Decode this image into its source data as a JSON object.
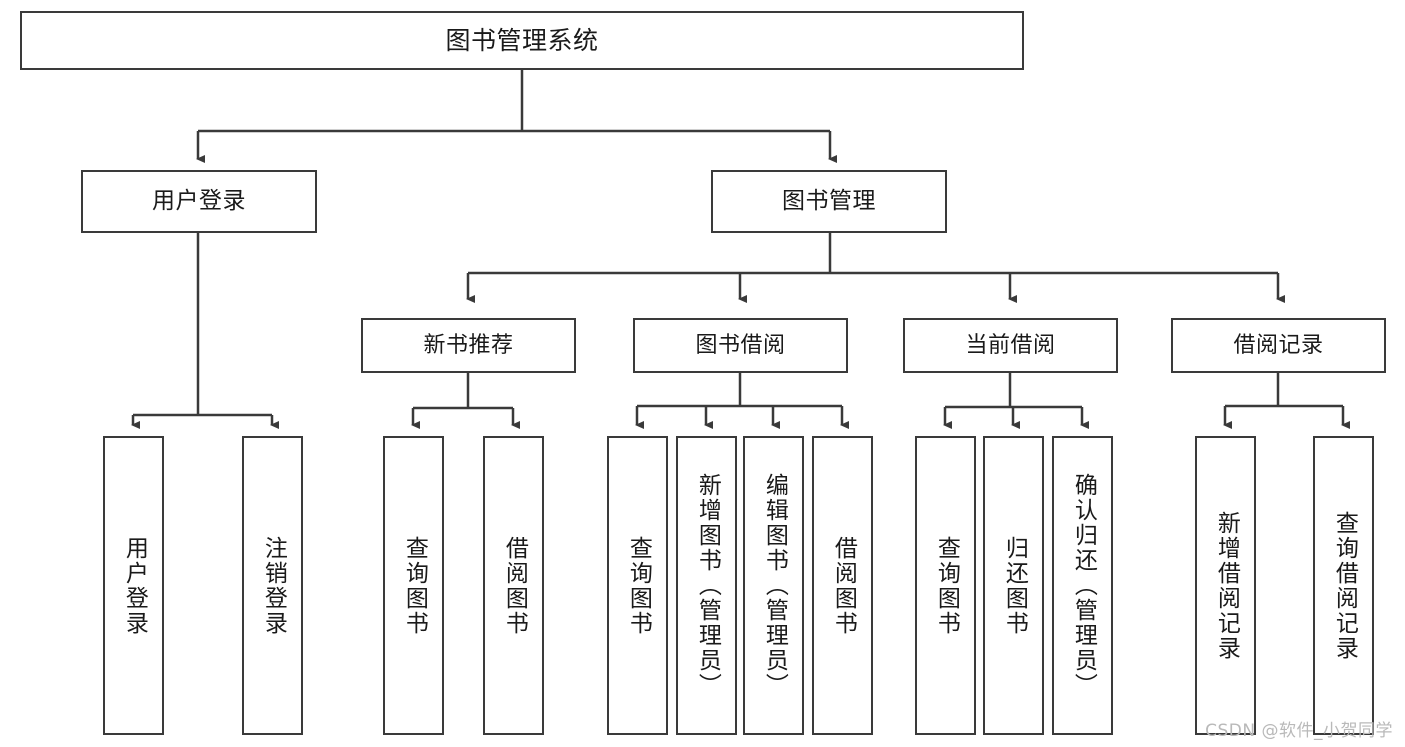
{
  "diagram": {
    "title": "图书管理系统",
    "watermark": "CSDN @软件_小贺同学",
    "line_color": "#3a3a3a",
    "box_border_color": "#3a3a3a",
    "box_fill_color": "#ffffff",
    "text_color": "#1a1a1a",
    "background_color": "#ffffff",
    "nodes": {
      "root": {
        "label": "图书管理系统"
      },
      "level1": [
        {
          "label": "用户登录"
        },
        {
          "label": "图书管理"
        }
      ],
      "level2": [
        {
          "label": "新书推荐"
        },
        {
          "label": "图书借阅"
        },
        {
          "label": "当前借阅"
        },
        {
          "label": "借阅记录"
        }
      ],
      "leaves": {
        "user_login": [
          {
            "label": "用户登录"
          },
          {
            "label": "注销登录"
          }
        ],
        "new_book_recommend": [
          {
            "label": "查询图书"
          },
          {
            "label": "借阅图书"
          }
        ],
        "book_borrow": [
          {
            "label": "查询图书"
          },
          {
            "label": "新增图书（管理员）"
          },
          {
            "label": "编辑图书（管理员）"
          },
          {
            "label": "借阅图书"
          }
        ],
        "current_borrow": [
          {
            "label": "查询图书"
          },
          {
            "label": "归还图书"
          },
          {
            "label": "确认归还（管理员）"
          }
        ],
        "borrow_record": [
          {
            "label": "新增借阅记录"
          },
          {
            "label": "查询借阅记录"
          }
        ]
      }
    }
  }
}
